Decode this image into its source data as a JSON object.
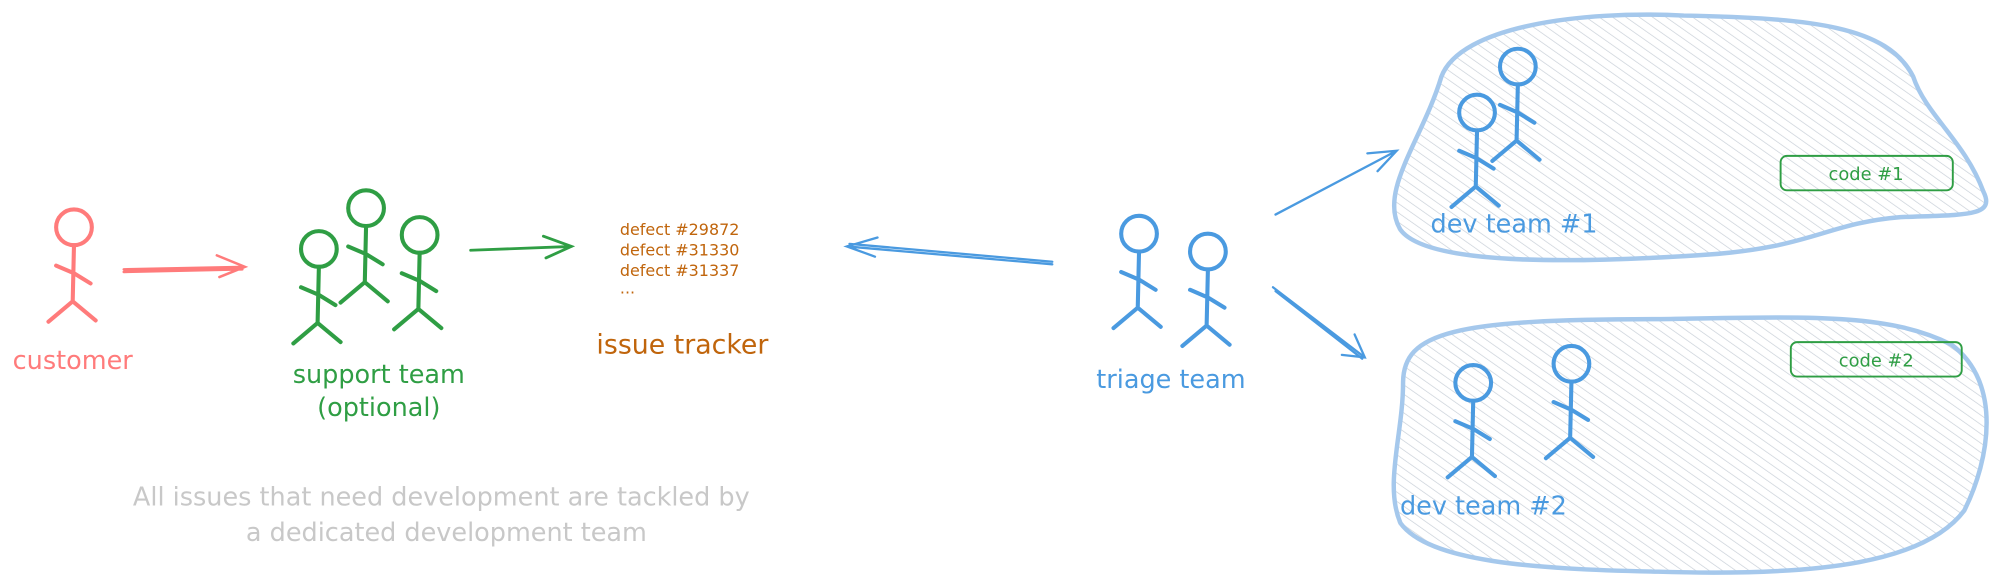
{
  "colors": {
    "customer": "#ff7b7b",
    "support": "#2f9e44",
    "tracker": "#c0650c",
    "triage": "#4a9ae0",
    "cloud": "#a5c8ec",
    "caption": "#c8c8c8"
  },
  "customer": {
    "label": "customer"
  },
  "support": {
    "label_line1": "support team",
    "label_line2": "(optional)"
  },
  "tracker": {
    "defects": [
      "defect #29872",
      "defect #31330",
      "defect #31337",
      "..."
    ],
    "label": "issue tracker"
  },
  "triage": {
    "label": "triage team"
  },
  "dev1": {
    "label": "dev team #1",
    "code": "code #1"
  },
  "dev2": {
    "label": "dev team #2",
    "code": "code #2"
  },
  "caption": {
    "line1": "All issues that need development are tackled by",
    "line2": "a dedicated development team"
  }
}
